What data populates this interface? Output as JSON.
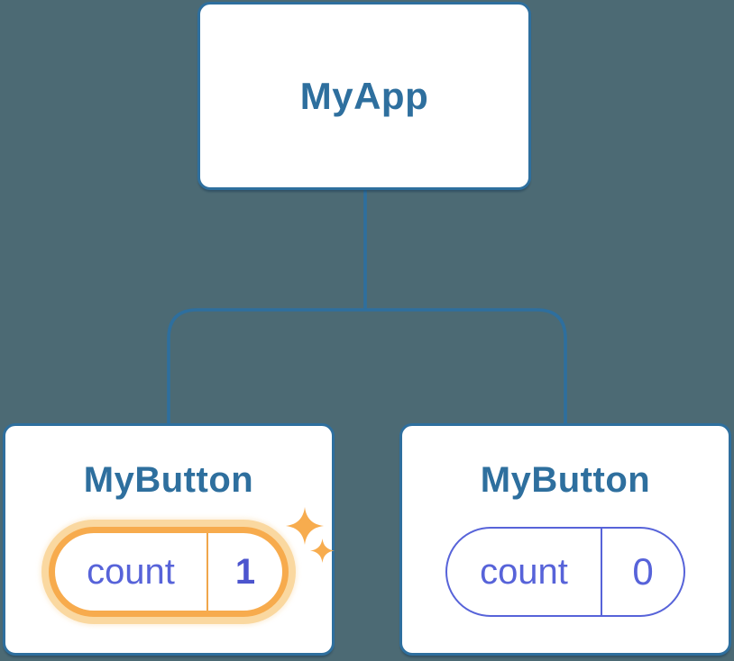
{
  "diagram": {
    "background_color": "#4C6A74",
    "line_color": "#2E6F9E",
    "accent_purple": "#5763D9",
    "accent_orange": "#F7AB4D",
    "root": {
      "label": "MyApp"
    },
    "children": [
      {
        "label": "MyButton",
        "highlighted": true,
        "state": {
          "name": "count",
          "value": "1"
        }
      },
      {
        "label": "MyButton",
        "highlighted": false,
        "state": {
          "name": "count",
          "value": "0"
        }
      }
    ]
  }
}
